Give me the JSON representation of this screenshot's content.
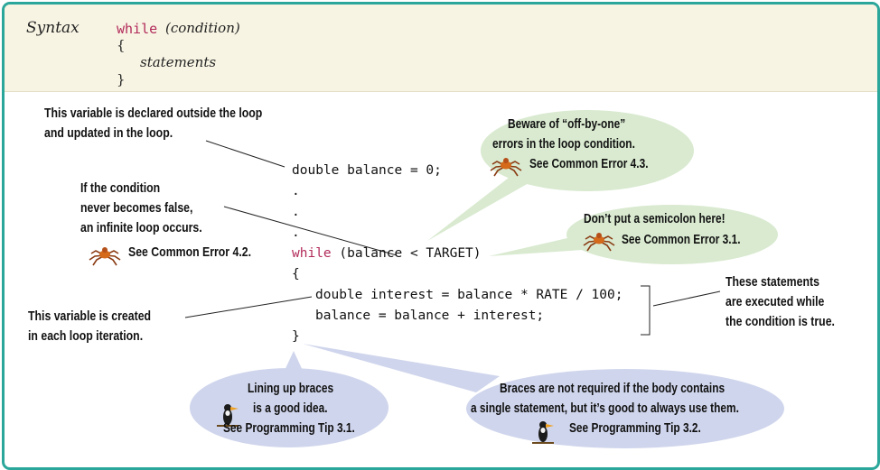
{
  "syntax": {
    "label": "Syntax",
    "keyword": "while",
    "condition": "(condition)",
    "open_brace": "{",
    "statements": "statements",
    "close_brace": "}"
  },
  "code": {
    "line1": "double balance = 0;",
    "dots": [
      ".",
      ".",
      "."
    ],
    "while_kw": "while",
    "while_rest": " (balance < TARGET)",
    "open_brace": "{",
    "body": [
      "double interest = balance * RATE / 100;",
      "balance = balance + interest;"
    ],
    "close_brace": "}"
  },
  "notes": {
    "declared_outside": [
      "This variable is declared outside the loop",
      "and updated in the loop."
    ],
    "infinite_loop": [
      "If the condition",
      "never becomes false,",
      "an infinite loop occurs."
    ],
    "infinite_loop_ref": "See Common Error 4.2.",
    "created_each": [
      "This variable is created",
      "in each loop iteration."
    ],
    "executed_while": [
      "These statements",
      "are executed while",
      "the condition is true."
    ]
  },
  "bubbles": {
    "off_by_one": [
      "Beware of “off-by-one”",
      "errors in the loop condition."
    ],
    "off_by_one_ref": "See Common Error 4.3.",
    "semicolon": "Don’t put a semicolon here!",
    "semicolon_ref": "See Common Error 3.1.",
    "lining_up": [
      "Lining up braces",
      "is a good idea."
    ],
    "lining_up_ref": "See Programming Tip 3.1.",
    "braces_required": [
      "Braces are not required if the body contains",
      "a single statement, but it’s good to always use them."
    ],
    "braces_ref": "See Programming Tip 3.2."
  },
  "icons": {
    "error": "spider-icon",
    "tip": "toucan-icon"
  },
  "colors": {
    "frame": "#2aa79a",
    "syntax_band": "#f7f4e3",
    "keyword": "#b22a5a",
    "green_bubble": "#d9ead0",
    "blue_bubble": "#cfd5ec"
  }
}
